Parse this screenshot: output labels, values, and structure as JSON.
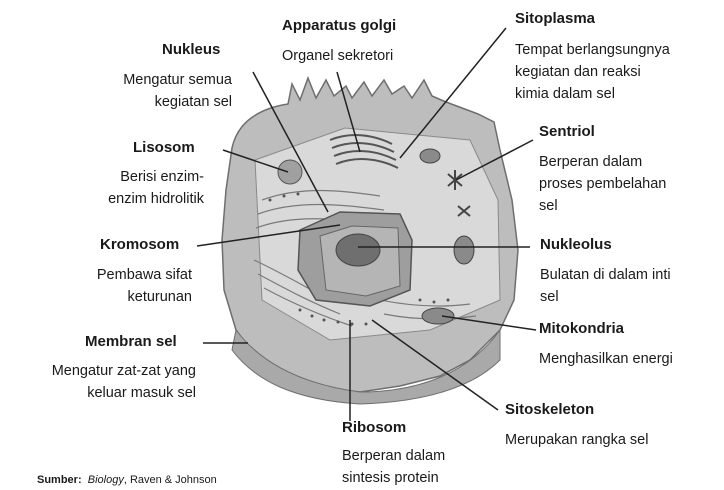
{
  "labels": {
    "nukleus": {
      "title": "Nukleus",
      "desc": "Mengatur semua\nkegiatan sel"
    },
    "golgi": {
      "title": "Apparatus golgi",
      "desc": "Organel sekretori"
    },
    "sitoplasma": {
      "title": "Sitoplasma",
      "desc": "Tempat berlangsungnya\nkegiatan dan reaksi\nkimia dalam sel"
    },
    "lisosom": {
      "title": "Lisosom",
      "desc": "Berisi enzim-\nenzim hidrolitik"
    },
    "sentriol": {
      "title": "Sentriol",
      "desc": "Berperan dalam\nproses pembelahan\nsel"
    },
    "kromosom": {
      "title": "Kromosom",
      "desc": "Pembawa sifat\nketurunan"
    },
    "nukleolus": {
      "title": "Nukleolus",
      "desc": "Bulatan di dalam inti\nsel"
    },
    "membran": {
      "title": "Membran sel",
      "desc": "Mengatur zat-zat yang\nkeluar masuk sel"
    },
    "mitokondria": {
      "title": "Mitokondria",
      "desc": "Menghasilkan energi"
    },
    "ribosom": {
      "title": "Ribosom",
      "desc": "Berperan dalam\nsintesis protein"
    },
    "sitoskeleton": {
      "title": "Sitoskeleton",
      "desc": "Merupakan rangka sel"
    }
  },
  "source": {
    "prefix": "Sumber:",
    "title": "Biology",
    "rest": ", Raven & Johnson"
  }
}
